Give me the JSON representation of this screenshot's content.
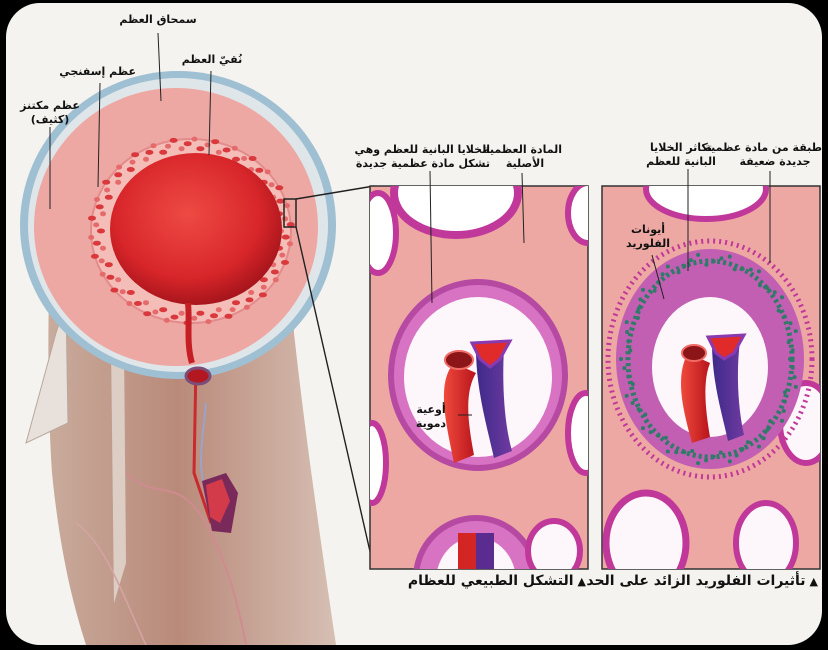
{
  "labels": {
    "periosteum": "سمحاق العظم",
    "marrow": "نُقيّ العظم",
    "spongy_bone": "عظم إسفنجي",
    "compact_bone_line1": "عظم مكتنز",
    "compact_bone_line2": "(كثيف)",
    "osteoblasts_line1": "الخلايا البانية للعظم وهي",
    "osteoblasts_line2": "تشكل مادة عظمية جديدة",
    "original_matrix_line1": "المادة العظمية",
    "original_matrix_line2": "الأصلية",
    "blood_vessels_line1": "أوعية",
    "blood_vessels_line2": "دموية",
    "proliferation_line1": "تكاثر الخلايا",
    "proliferation_line2": "البانية للعظم",
    "weak_layer_line1": "طبقة من مادة عظمية",
    "weak_layer_line2": "جديدة ضعيفة",
    "fluoride_ions_line1": "أيونات",
    "fluoride_ions_line2": "الفلوريد"
  },
  "captions": {
    "normal": "التشكل الطبيعي للعظام",
    "fluoride": "تأثيرات الفلوريد الزائد على الحد",
    "marker": "▲"
  },
  "colors": {
    "background": "#f4f3ef",
    "bone_tissue": "#eea8a3",
    "marrow": "#d8262a",
    "artery": "#d42525",
    "vein": "#5a2c8f",
    "osteoblast_ring": "#c0399a",
    "periosteum": "#8fb0c8",
    "fluoride_ion": "#2f7a68"
  }
}
